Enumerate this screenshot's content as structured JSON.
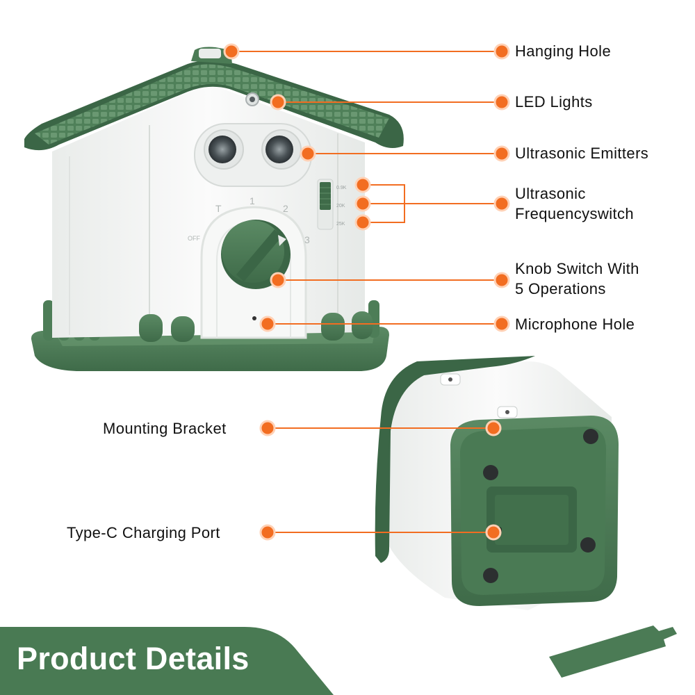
{
  "callouts": {
    "hanging_hole": "Hanging Hole",
    "led_lights": "LED Lights",
    "ultrasonic_emitters": "Ultrasonic Emitters",
    "frequency_switch_line1": "Ultrasonic",
    "frequency_switch_line2": "Frequencyswitch",
    "knob_switch_line1": "Knob Switch With",
    "knob_switch_line2": "5 Operations",
    "microphone_hole": "Microphone Hole",
    "mounting_bracket": "Mounting Bracket",
    "type_c_port": "Type-C Charging Port"
  },
  "device_markings": {
    "dial_positions": [
      "T",
      "1",
      "2",
      "3",
      "OFF"
    ],
    "frequency_labels": [
      "0.9K",
      "20K",
      "25K"
    ]
  },
  "footer": {
    "title": "Product Details"
  },
  "colors": {
    "brand_green": "#497a53",
    "brand_green_dark": "#3b6646",
    "accent_orange": "#f26d21",
    "device_white": "#f4f5f4"
  },
  "icons": {
    "marker": "orange-dot-icon"
  }
}
